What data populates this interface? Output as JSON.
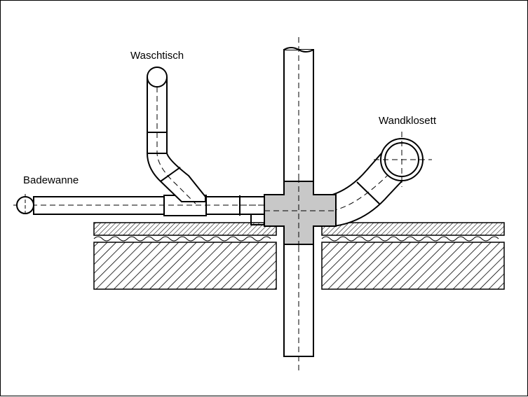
{
  "labels": {
    "waschtisch": "Waschtisch",
    "badewanne": "Badewanne",
    "wandklosett": "Wandklosett"
  },
  "colors": {
    "line": "#000000",
    "fitting_fill": "#c8c8c8",
    "background": "#ffffff"
  }
}
